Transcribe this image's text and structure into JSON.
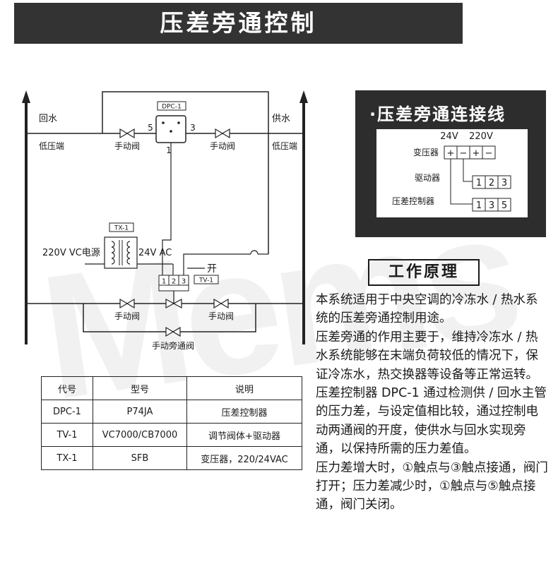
{
  "header": {
    "title": "压差旁通控制"
  },
  "diagram": {
    "return_water": "回水",
    "supply_water": "供水",
    "low_pressure_left": "低压端",
    "low_pressure_right": "低压端",
    "dpc_label": "DPC-1",
    "port_5": "5",
    "port_3": "3",
    "port_1": "1",
    "manual_valve": "手动阀",
    "tx_label": "TX-1",
    "power_label": "220V VC电源",
    "ac_label": "24V AC",
    "open_label": "开",
    "tv_label": "TV-1",
    "term_1": "1",
    "term_2": "2",
    "term_3": "3",
    "bypass_valve": "手动旁通阀"
  },
  "wiring": {
    "title": "·压差旁通连接线",
    "v24": "24V",
    "v220": "220V",
    "plus": "+",
    "minus": "−",
    "transformer": "变压器",
    "driver": "驱动器",
    "controller": "压差控制器",
    "driver_terms": [
      "1",
      "2",
      "3"
    ],
    "controller_terms": [
      "1",
      "3",
      "5"
    ]
  },
  "principle": {
    "heading": "工作原理",
    "paragraphs": [
      "本系统适用于中央空调的冷冻水 / 热水系统的压差旁通控制用途。",
      "压差旁通的作用主要于，维持冷冻水 / 热水系统能够在末端负荷较低的情况下，保证冷冻水，热交换器等设备等正常运转。",
      "压差控制器 DPC-1 通过检测供 / 回水主管的压力差，与设定值相比较，通过控制电动两通阀的开度，使供水与回水实现旁通，以保持所需的压力差值。",
      " 压力差增大时，①触点与③触点接通，阀门打开；压力差减少时，①触点与⑤触点接通，阀门关闭。"
    ]
  },
  "table": {
    "headers": [
      "代号",
      "型号",
      "说明"
    ],
    "rows": [
      [
        "DPC-1",
        "P74JA",
        "压差控制器"
      ],
      [
        "TV-1",
        "VC7000/CB7000",
        "调节阀体+驱动器"
      ],
      [
        "TX-1",
        "SFB",
        "变压器，220/24VAC"
      ]
    ]
  },
  "watermark": "Mems"
}
